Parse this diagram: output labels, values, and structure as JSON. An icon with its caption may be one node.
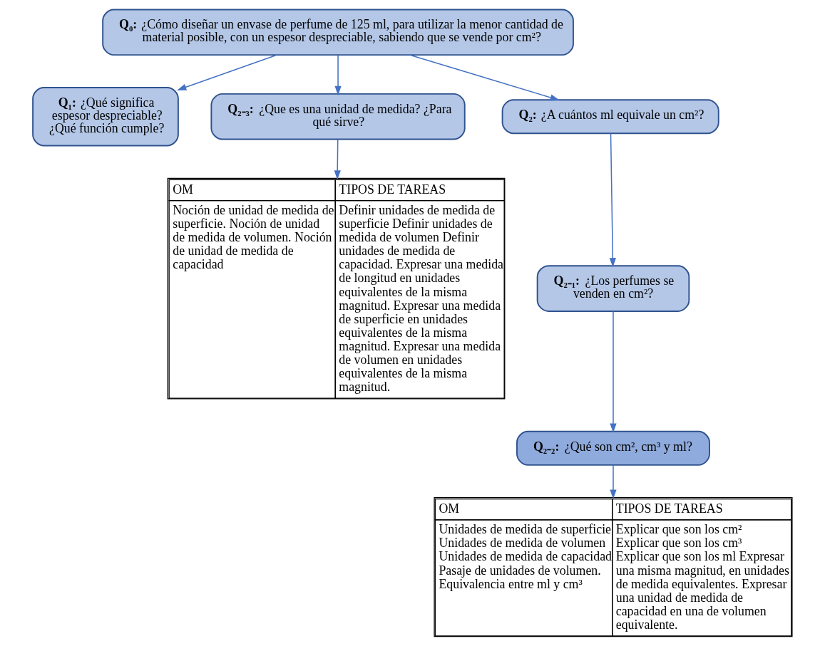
{
  "diagram": {
    "nodes": [
      {
        "text": [
          "**Q₀:** ¿Cómo diseñar un envase de perfume de 125 ml, para utilizar la menor cantidad de material posible, con un espesor despreciable, sabiendo que se vende por cm²?"
        ]
      },
      {
        "text": [
          "**Q₁:** ¿Qué significa espesor despreciable? ¿Qué función cumple?"
        ]
      },
      {
        "text": [
          "**Q₂₋₃:** ¿Que es una unidad de medida? ¿Para qué sirve?"
        ]
      },
      {
        "text": [
          "OM",
          "TIPOS DE TAREAS",
          "Noción de unidad de medida de superficie. Noción de unidad de medida de volumen. Noción de unidad de medida de capacidad",
          "Definir unidades de medida de superficie Definir unidades de medida de volumen Definir unidades de medida de capacidad. Expresar una medida de longitud en unidades equivalentes de la misma magnitud. Expresar una medida de superficie en unidades equivalentes de la misma magnitud. Expresar una medida de volumen en unidades equivalentes de la misma magnitud."
        ]
      },
      {
        "text": [
          "**Q₂:** ¿A cuántos ml equivale un cm²?"
        ]
      },
      {
        "text": [
          "**Q₂₋₁:** ¿Los perfumes se venden en cm²?"
        ]
      },
      {
        "text": [
          "**Q₂₋₂:** ¿Qué son cm², cm³ y ml?"
        ]
      },
      {
        "text": [
          "OM",
          "TIPOS DE TAREAS",
          "Unidades de medida de superficie Unidades de medida de volumen Unidades de medida de capacidad Pasaje de unidades de volumen. Equivalencia entre ml y cm³",
          "Explicar que son los cm² Explicar que son los cm³ Explicar que son los ml Expresar una misma magnitud, en unidades de medida equivalentes. Expresar una unidad de medida de capacidad en una de volumen equivalente."
        ]
      }
    ],
    "edges": [
      {
        "from": 0,
        "to": 1,
        "arrow": "to"
      },
      {
        "from": 0,
        "to": 4,
        "arrow": "to"
      },
      {
        "from": 0,
        "to": 2,
        "arrow": "to"
      },
      {
        "from": 2,
        "to": 3,
        "arrow": "to"
      },
      {
        "from": 4,
        "to": 5,
        "arrow": "to"
      },
      {
        "from": 5,
        "to": 6,
        "arrow": "to"
      },
      {
        "from": 6,
        "to": 7,
        "arrow": "to"
      }
    ]
  }
}
